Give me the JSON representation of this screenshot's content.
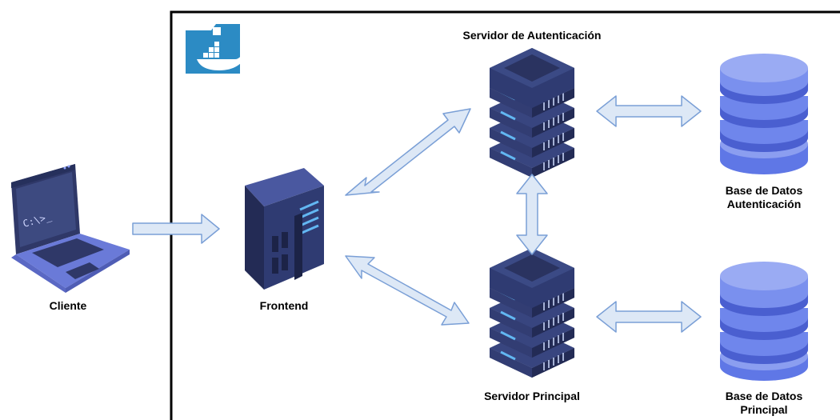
{
  "labels": {
    "cliente": "Cliente",
    "frontend": "Frontend",
    "servidor_auth": "Servidor de Autenticación",
    "servidor_principal": "Servidor Principal",
    "bd_auth_line1": "Base de Datos",
    "bd_auth_line2": "Autenticación",
    "bd_principal_line1": "Base de Datos",
    "bd_principal_line2": "Principal"
  },
  "terminal_prompt": "C:\\>_",
  "colors": {
    "arrow_fill": "#dde8f6",
    "arrow_stroke": "#7a9fd6",
    "server_dark": "#2a3360",
    "server_light": "#3b4a85",
    "led": "#62b7f2",
    "db_light": "#8b9ef0",
    "db_dark": "#5f77e6",
    "laptop_screen": "#3d4a80",
    "laptop_body": "#6a7ad8",
    "docker_blue": "#2c8bc4"
  },
  "icons": [
    "docker-icon",
    "laptop-icon",
    "frontend-server-icon",
    "auth-server-icon",
    "main-server-icon",
    "auth-database-icon",
    "main-database-icon"
  ]
}
